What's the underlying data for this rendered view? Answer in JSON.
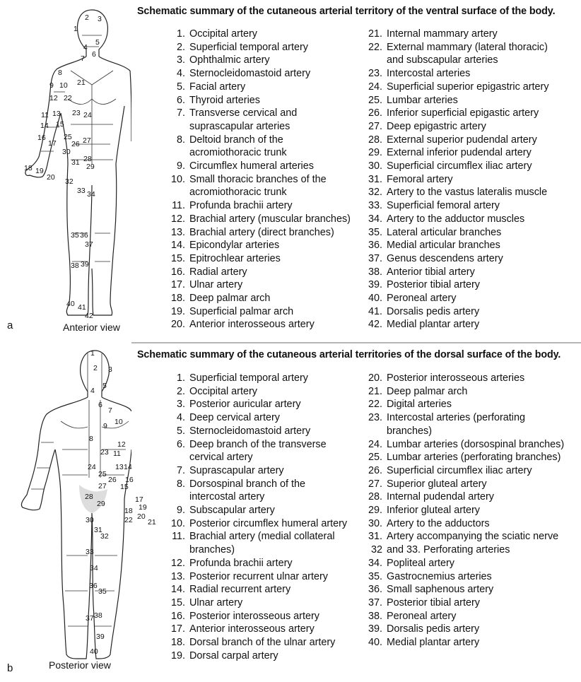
{
  "panel_a": {
    "letter": "a",
    "view_label": "Anterior view",
    "title": "Schematic summary of the cutaneous arterial territory of the ventral surface of the body.",
    "figure_numbers": [
      "1",
      "2",
      "3",
      "4",
      "5",
      "6",
      "7",
      "8",
      "9",
      "10",
      "11",
      "12",
      "13",
      "14",
      "15",
      "16",
      "17",
      "18",
      "19",
      "20",
      "21",
      "22",
      "23",
      "24",
      "25",
      "26",
      "27",
      "28",
      "29",
      "30",
      "31",
      "32",
      "33",
      "34",
      "35",
      "36",
      "37",
      "38",
      "39",
      "40",
      "41",
      "42"
    ],
    "items": [
      {
        "n": "1.",
        "t": "Occipital artery"
      },
      {
        "n": "2.",
        "t": "Superficial temporal artery"
      },
      {
        "n": "3.",
        "t": "Ophthalmic artery"
      },
      {
        "n": "4.",
        "t": "Sternocleidomastoid artery"
      },
      {
        "n": "5.",
        "t": "Facial artery"
      },
      {
        "n": "6.",
        "t": "Thyroid arteries"
      },
      {
        "n": "7.",
        "t": "Transverse cervical and\nsuprascapular arteries"
      },
      {
        "n": "8.",
        "t": "Deltoid branch of the\nacromiothoracic trunk"
      },
      {
        "n": "9.",
        "t": "Circumflex humeral arteries"
      },
      {
        "n": "10.",
        "t": "Small thoracic branches of the\nacromiothoracic trunk"
      },
      {
        "n": "11.",
        "t": "Profunda brachii artery"
      },
      {
        "n": "12.",
        "t": "Brachial artery (muscular branches)"
      },
      {
        "n": "13.",
        "t": "Brachial artery (direct branches)"
      },
      {
        "n": "14.",
        "t": "Epicondylar arteries"
      },
      {
        "n": "15.",
        "t": "Epitrochlear arteries"
      },
      {
        "n": "16.",
        "t": "Radial artery"
      },
      {
        "n": "17.",
        "t": "Ulnar artery"
      },
      {
        "n": "18.",
        "t": "Deep palmar arch"
      },
      {
        "n": "19.",
        "t": "Superficial palmar arch"
      },
      {
        "n": "20.",
        "t": "Anterior interosseous artery"
      },
      {
        "n": "21.",
        "t": "Internal mammary artery"
      },
      {
        "n": "22.",
        "t": "External mammary (lateral thoracic)\nand subscapular arteries"
      },
      {
        "n": "23.",
        "t": "Intercostal arteries"
      },
      {
        "n": "24.",
        "t": "Superficial superior epigastric artery"
      },
      {
        "n": "25.",
        "t": "Lumbar arteries"
      },
      {
        "n": "26.",
        "t": "Inferior superficial epigastic artery"
      },
      {
        "n": "27.",
        "t": "Deep epigastric artery"
      },
      {
        "n": "28.",
        "t": "External superior pudendal artery"
      },
      {
        "n": "29.",
        "t": "External inferior pudendal artery"
      },
      {
        "n": "30.",
        "t": "Superficial circumflex iliac artery"
      },
      {
        "n": "31.",
        "t": "Femoral artery"
      },
      {
        "n": "32.",
        "t": "Artery to the vastus lateralis muscle"
      },
      {
        "n": "33.",
        "t": "Superficial femoral artery"
      },
      {
        "n": "34.",
        "t": "Artery to the adductor muscles"
      },
      {
        "n": "35.",
        "t": "Lateral articular branches"
      },
      {
        "n": "36.",
        "t": "Medial articular branches"
      },
      {
        "n": "37.",
        "t": "Genus descendens artery"
      },
      {
        "n": "38.",
        "t": "Anterior tibial artery"
      },
      {
        "n": "39.",
        "t": "Posterior tibial artery"
      },
      {
        "n": "40.",
        "t": "Peroneal artery"
      },
      {
        "n": "41.",
        "t": "Dorsalis pedis artery"
      },
      {
        "n": "42.",
        "t": "Medial plantar artery"
      }
    ]
  },
  "panel_b": {
    "letter": "b",
    "view_label": "Posterior view",
    "title": "Schematic summary of the cutaneous arterial territories of the dorsal surface of the body.",
    "figure_numbers": [
      "1",
      "2",
      "3",
      "4",
      "5",
      "6",
      "7",
      "8",
      "9",
      "10",
      "11",
      "12",
      "13",
      "14",
      "15",
      "16",
      "17",
      "18",
      "19",
      "20",
      "21",
      "22",
      "23",
      "24",
      "25",
      "26",
      "27",
      "28",
      "29",
      "30",
      "31",
      "32",
      "33",
      "34",
      "35",
      "36",
      "37",
      "38",
      "39",
      "40"
    ],
    "items": [
      {
        "n": "1.",
        "t": "Superficial temporal artery"
      },
      {
        "n": "2.",
        "t": "Occipital artery"
      },
      {
        "n": "3.",
        "t": "Posterior auricular artery"
      },
      {
        "n": "4.",
        "t": "Deep cervical artery"
      },
      {
        "n": "5.",
        "t": "Sternocleidomastoid artery"
      },
      {
        "n": "6.",
        "t": "Deep branch of the transverse\ncervical artery"
      },
      {
        "n": "7.",
        "t": "Suprascapular artery"
      },
      {
        "n": "8.",
        "t": "Dorsospinal branch of the\nintercostal artery"
      },
      {
        "n": "9.",
        "t": "Subscapular artery"
      },
      {
        "n": "10.",
        "t": "Posterior circumflex humeral artery"
      },
      {
        "n": "11.",
        "t": "Brachial artery (medial collateral\nbranches)"
      },
      {
        "n": "12.",
        "t": "Profunda brachii artery"
      },
      {
        "n": "13.",
        "t": "Posterior recurrent ulnar artery"
      },
      {
        "n": "14.",
        "t": "Radial recurrent artery"
      },
      {
        "n": "15.",
        "t": "Ulnar artery"
      },
      {
        "n": "16.",
        "t": "Posterior interosseous artery"
      },
      {
        "n": "17.",
        "t": "Anterior interosseous artery"
      },
      {
        "n": "18.",
        "t": "Dorsal branch of the ulnar artery"
      },
      {
        "n": "19.",
        "t": "Dorsal carpal artery"
      },
      {
        "n": "20.",
        "t": "Posterior interosseous arteries"
      },
      {
        "n": "21.",
        "t": "Deep palmar arch"
      },
      {
        "n": "22.",
        "t": "Digital arteries"
      },
      {
        "n": "23.",
        "t": "Intercostal arteries (perforating\nbranches)"
      },
      {
        "n": "24.",
        "t": "Lumbar arteries (dorsospinal branches)"
      },
      {
        "n": "25.",
        "t": "Lumbar arteries (perforating branches)"
      },
      {
        "n": "26.",
        "t": "Superficial circumflex iliac artery"
      },
      {
        "n": "27.",
        "t": "Superior gluteal artery"
      },
      {
        "n": "28.",
        "t": "Internal pudendal artery"
      },
      {
        "n": "29.",
        "t": "Inferior gluteal artery"
      },
      {
        "n": "30.",
        "t": "Artery to the adductors"
      },
      {
        "n": "31.",
        "t": "Artery accompanying the sciatic nerve"
      },
      {
        "n": "32",
        "t": "and 33. Perforating arteries"
      },
      {
        "n": "34.",
        "t": "Popliteal artery"
      },
      {
        "n": "35.",
        "t": "Gastrocnemius arteries"
      },
      {
        "n": "36.",
        "t": "Small saphenous artery"
      },
      {
        "n": "37.",
        "t": "Posterior tibial artery"
      },
      {
        "n": "38.",
        "t": "Peroneal artery"
      },
      {
        "n": "39.",
        "t": "Dorsalis pedis artery"
      },
      {
        "n": "40.",
        "t": "Medial plantar artery"
      }
    ]
  }
}
